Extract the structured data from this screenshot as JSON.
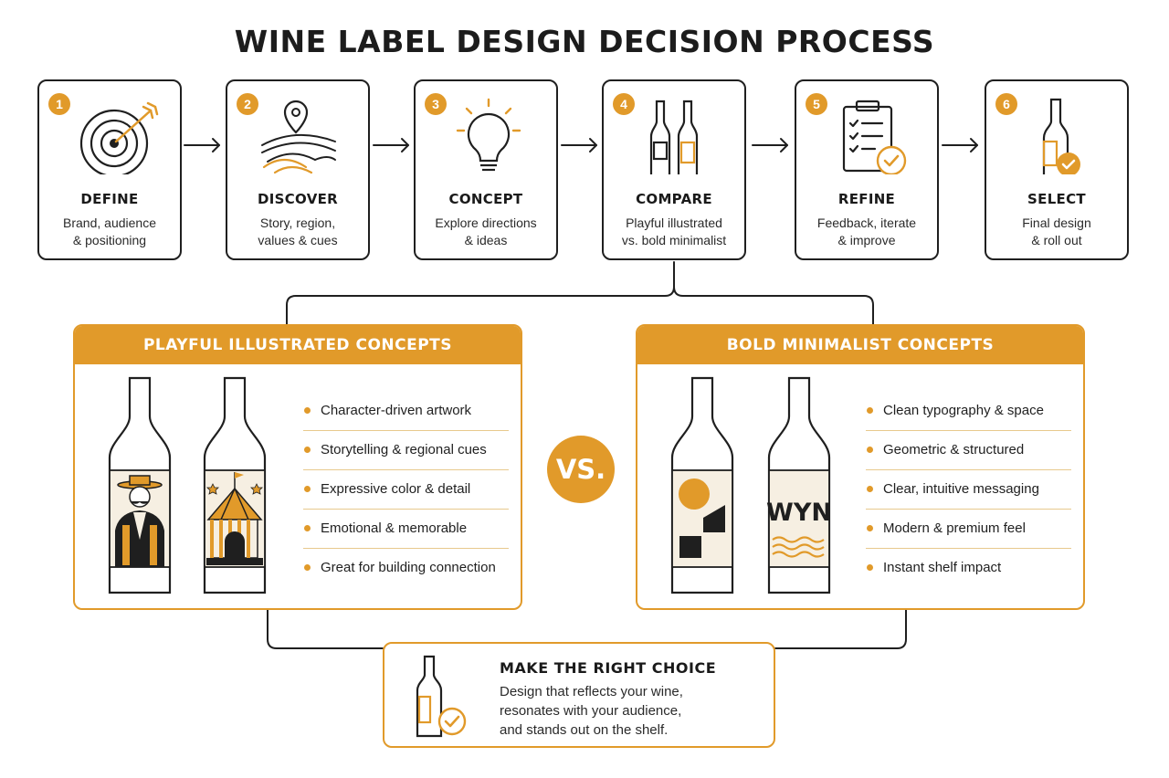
{
  "title": "WINE LABEL DESIGN DECISION PROCESS",
  "colors": {
    "accent": "#e19a2a",
    "ink": "#1f1f1f",
    "label_bg": "#f6efe2"
  },
  "steps": [
    {
      "number": "1",
      "title": "DEFINE",
      "line1": "Brand, audience",
      "line2": "& positioning",
      "icon": "target-arrow-icon"
    },
    {
      "number": "2",
      "title": "DISCOVER",
      "line1": "Story, region,",
      "line2": "values & cues",
      "icon": "location-vineyard-icon"
    },
    {
      "number": "3",
      "title": "CONCEPT",
      "line1": "Explore directions",
      "line2": "& ideas",
      "icon": "lightbulb-icon"
    },
    {
      "number": "4",
      "title": "COMPARE",
      "line1": "Playful illustrated",
      "line2": "vs. bold minimalist",
      "icon": "two-bottles-icon"
    },
    {
      "number": "5",
      "title": "REFINE",
      "line1": "Feedback, iterate",
      "line2": "& improve",
      "icon": "checklist-icon"
    },
    {
      "number": "6",
      "title": "SELECT",
      "line1": "Final design",
      "line2": "& roll out",
      "icon": "bottle-check-icon"
    }
  ],
  "playful": {
    "heading": "PLAYFUL ILLUSTRATED CONCEPTS",
    "features": [
      "Character-driven artwork",
      "Storytelling & regional cues",
      "Expressive color & detail",
      "Emotional & memorable",
      "Great for building connection"
    ]
  },
  "minimalist": {
    "heading": "BOLD MINIMALIST CONCEPTS",
    "label_text": "WYN",
    "features": [
      "Clean typography & space",
      "Geometric & structured",
      "Clear, intuitive messaging",
      "Modern & premium feel",
      "Instant shelf impact"
    ]
  },
  "vs_label": "VS.",
  "choice": {
    "title": "MAKE THE RIGHT CHOICE",
    "line1": "Design that reflects your wine,",
    "line2": "resonates with your audience,",
    "line3": "and stands out on the shelf."
  }
}
